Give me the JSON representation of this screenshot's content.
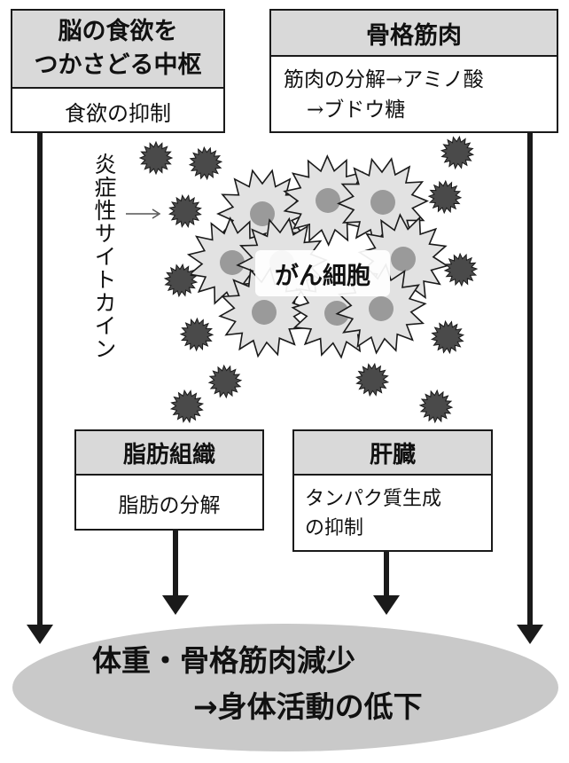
{
  "brain_box": {
    "title_lines": [
      "脳の食欲を",
      "つかさどる中枢"
    ],
    "body_lines": [
      "食欲の抑制"
    ]
  },
  "muscle_box": {
    "title_lines": [
      "骨格筋肉"
    ],
    "body_lines": [
      "筋肉の分解→アミノ酸",
      "→ブドウ糖"
    ]
  },
  "cytokine_label": "炎症性サイトカイン",
  "cancer_label": "がん細胞",
  "fat_box": {
    "title_lines": [
      "脂肪組織"
    ],
    "body_lines": [
      "脂肪の分解"
    ]
  },
  "liver_box": {
    "title_lines": [
      "肝臓"
    ],
    "body_lines": [
      "タンパク質生成",
      "の抑制"
    ]
  },
  "result": {
    "line1": "体重・骨格筋肉減少",
    "line2": "→身体活動の低下"
  },
  "colors": {
    "header_gray": "#d9d9d9",
    "ellipse_gray": "#c9c9c9",
    "cancer_cell_fill": "#e2e2e2",
    "nucleus_fill": "#9a9a9a",
    "cytokine_fill": "#4a4a4a",
    "stroke": "#1a1a1a"
  }
}
